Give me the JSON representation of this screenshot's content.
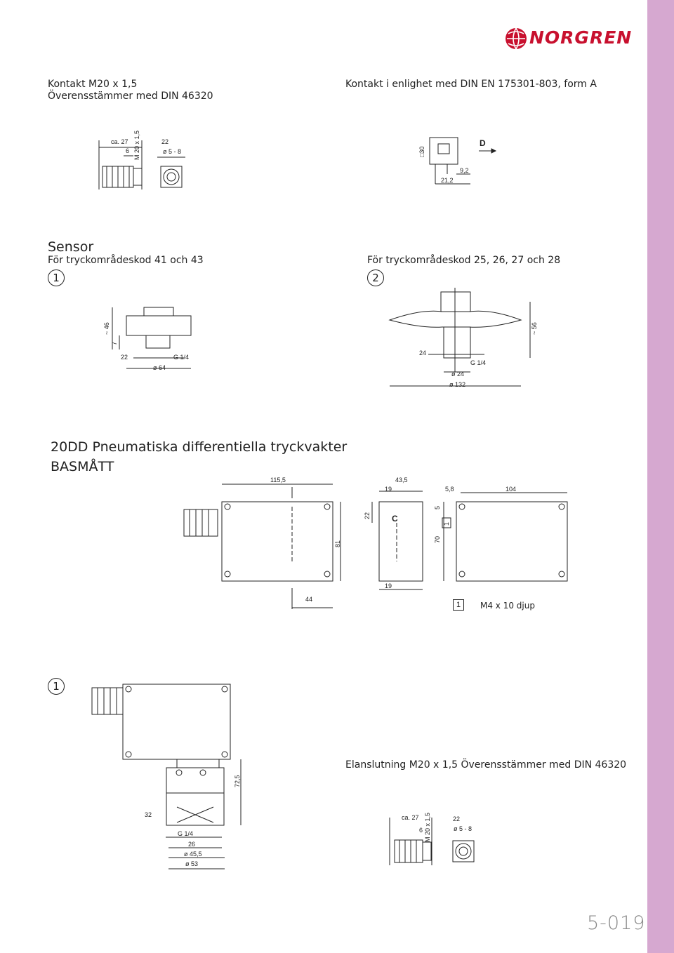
{
  "brand": {
    "name": "NORGREN",
    "color": "#c8102e"
  },
  "accent": {
    "sidebar_color": "#d6a8d0"
  },
  "contact": {
    "left_line1": "Kontakt M20 x 1,5",
    "left_line2": "Överensstämmer med DIN 46320",
    "right_line1": "Kontakt i enlighet med DIN EN 175301-803, form A"
  },
  "sensor": {
    "heading": "Sensor",
    "left_caption": "För tryckområdeskod 41 och 43",
    "left_marker": "1",
    "right_caption": "För tryckområdeskod 25, 26, 27 och 28",
    "right_marker": "2"
  },
  "section": {
    "title": "20DD Pneumatiska differentiella tryckvakter",
    "subtitle": "BASMÅTT",
    "note_marker": "1",
    "note_text": "M4 x 10 djup",
    "lower_marker": "1",
    "elanslutning": "Elanslutning M20 x 1,5 Överensstämmer med DIN 46320"
  },
  "dims": {
    "ca27": "ca. 27",
    "d6": "6",
    "m20": "M 20 x 1,5",
    "d22": "22",
    "o58": "ø 5 - 8",
    "sq30": "□30",
    "d92": "9,2",
    "d212": "21,2",
    "D": "D",
    "s46": "~ 46",
    "s7": "7",
    "s22": "22",
    "g14": "G 1/4",
    "o64": "ø 64",
    "s56": "~ 56",
    "s24": "24",
    "o24": "ø 24",
    "o132": "ø 132",
    "b115": "115,5",
    "b435": "43,5",
    "b19": "19",
    "b58": "5,8",
    "b104": "104",
    "b22": "22",
    "bC": "C",
    "b5": "5",
    "b1": "1",
    "b81": "81",
    "b70": "70",
    "b44": "44",
    "b19b": "19",
    "l725": "72,5",
    "l32": "32",
    "lg14": "G 1/4",
    "l26": "26",
    "l455": "ø 45,5",
    "l53": "ø 53"
  },
  "page": {
    "number": "5-019"
  }
}
